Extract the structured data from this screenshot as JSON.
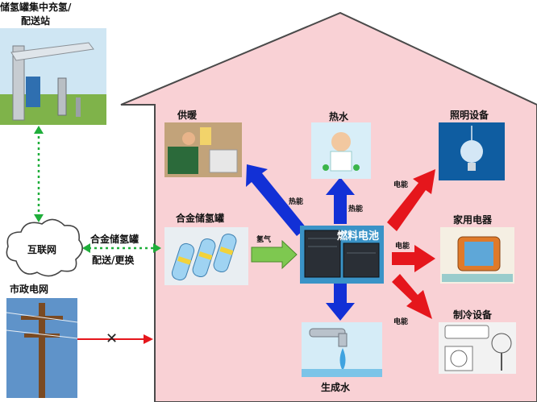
{
  "station": {
    "title_line1": "储氢罐集中充氢/",
    "title_line2": "配送站"
  },
  "internet": {
    "label": "互联网"
  },
  "grid": {
    "label": "市政电网",
    "blocked_mark": "✕"
  },
  "delivery": {
    "line1": "合金储氢罐",
    "line2": "配送/更换"
  },
  "tank": {
    "label": "合金储氢罐"
  },
  "fuel_cell": {
    "label": "燃料电池"
  },
  "edges": {
    "hydrogen": "氢气",
    "heat_to_heating": "热能",
    "heat_to_water": "热能",
    "power_light": "电能",
    "power_appliance": "电能",
    "power_cooling": "电能"
  },
  "outputs": {
    "heating": "供暖",
    "hot_water": "热水",
    "lighting": "照明设备",
    "appliances": "家用电器",
    "cooling": "制冷设备",
    "water": "生成水"
  },
  "colors": {
    "house_fill": "#f9d1d5",
    "house_stroke": "#4a4a4a",
    "dotted_green": "#1fae3a",
    "blue_arrow": "#1230d6",
    "red_arrow": "#e5161c",
    "green_arrow": "#7ec850"
  }
}
